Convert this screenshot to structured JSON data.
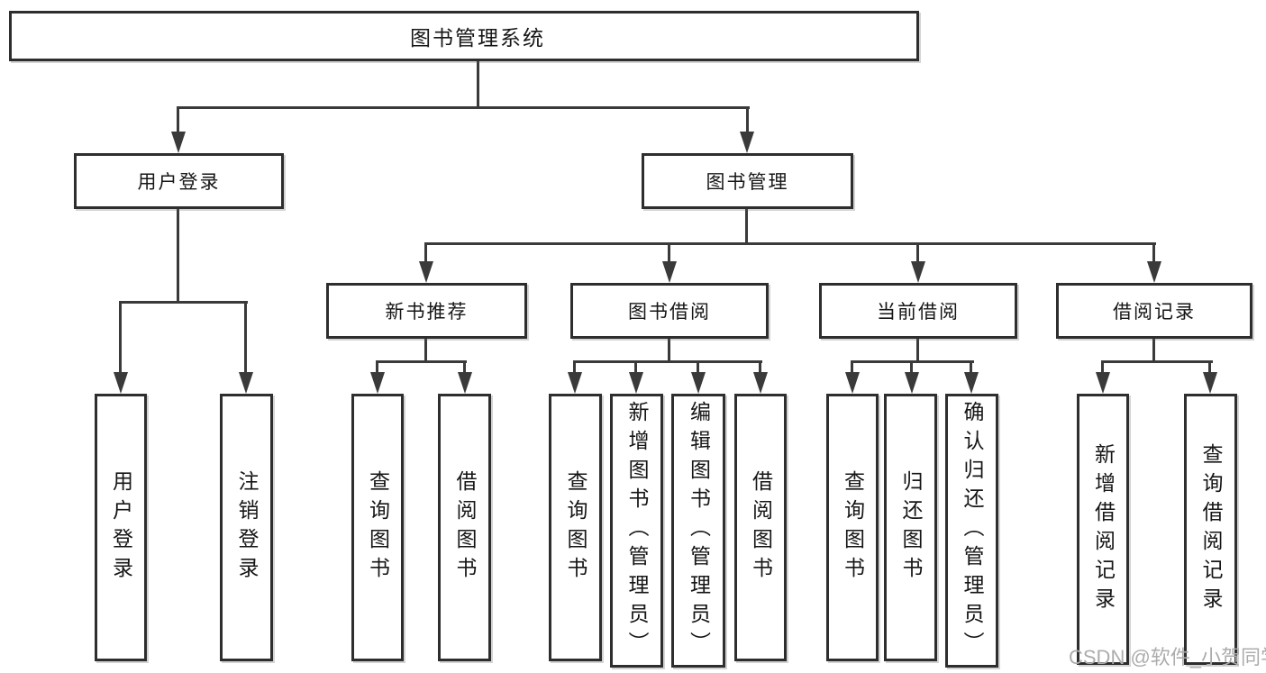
{
  "diagram": {
    "type": "hierarchy-tree",
    "title": "图书管理系统"
  },
  "colors": {
    "background": "#ffffff",
    "box_border": "#2e2e2e",
    "connector_line": "#3a3a3a",
    "text": "#161616",
    "watermark": "#acacac"
  },
  "tree": {
    "label": "图书管理系统",
    "children": [
      {
        "label": "用户登录",
        "children": [
          {
            "label": "用户登录"
          },
          {
            "label": "注销登录"
          }
        ]
      },
      {
        "label": "图书管理",
        "children": [
          {
            "label": "新书推荐",
            "children": [
              {
                "label": "查询图书"
              },
              {
                "label": "借阅图书"
              }
            ]
          },
          {
            "label": "图书借阅",
            "children": [
              {
                "label": "查询图书"
              },
              {
                "label": "新增图书（管理员）"
              },
              {
                "label": "编辑图书（管理员）"
              },
              {
                "label": "借阅图书"
              }
            ]
          },
          {
            "label": "当前借阅",
            "children": [
              {
                "label": "查询图书"
              },
              {
                "label": "归还图书"
              },
              {
                "label": "确认归还（管理员）"
              }
            ]
          },
          {
            "label": "借阅记录",
            "children": [
              {
                "label": "新增借阅记录"
              },
              {
                "label": "查询借阅记录"
              }
            ]
          }
        ]
      }
    ]
  },
  "watermark": {
    "text": "CSDN @软件_小贺同学"
  }
}
